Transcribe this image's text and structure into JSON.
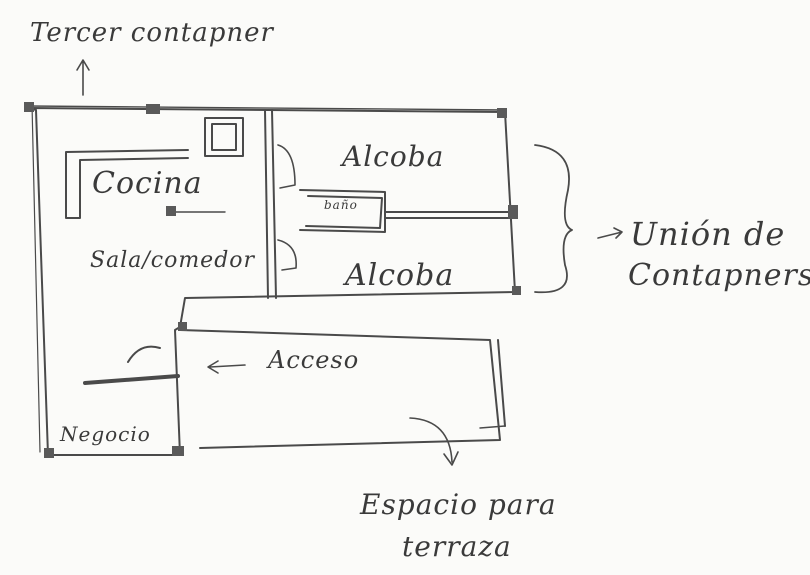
{
  "labels": {
    "tercer": "Tercer contapner",
    "cocina": "Cocina",
    "sala": "Sala/comedor",
    "alcoba_top": "Alcoba",
    "bano": "baño",
    "alcoba_bottom": "Alcoba",
    "acceso": "Acceso",
    "negocio": "Negocio",
    "union_line1": "Unión de",
    "union_line2": "Contapners",
    "espacio_line1": "Espacio para",
    "espacio_line2": "terraza"
  },
  "colors": {
    "ink": "#4a4a4a",
    "paper": "#fbfbf9",
    "bolt": "#5a5a5a"
  }
}
